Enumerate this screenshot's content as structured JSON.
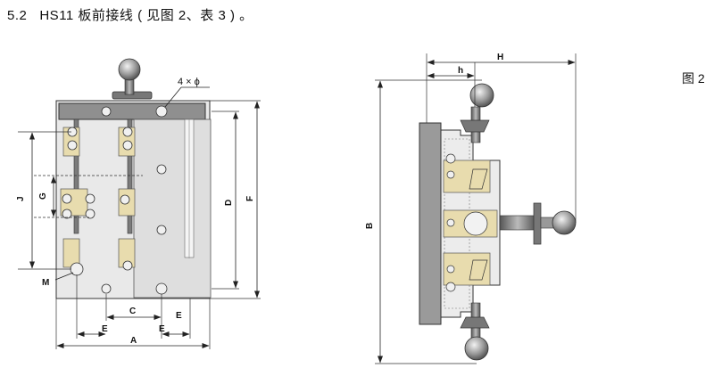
{
  "heading": "5.2   HS11 板前接线 ( 见图 2、表 3 ) 。",
  "figure_label": "图 2",
  "front_view": {
    "hole_note": "4 × ϕ",
    "dims": {
      "J": "J",
      "G": "G",
      "M": "M",
      "C": "C",
      "E": "E",
      "A": "A",
      "D": "D",
      "F": "F"
    }
  },
  "side_view": {
    "dims": {
      "H": "H",
      "h": "h",
      "B": "B"
    }
  },
  "colors": {
    "plate": "#e6e6e6",
    "base": "#9a9a9a",
    "contact": "#e8dcae",
    "line": "#222222",
    "handle": "#8a8a8a"
  }
}
